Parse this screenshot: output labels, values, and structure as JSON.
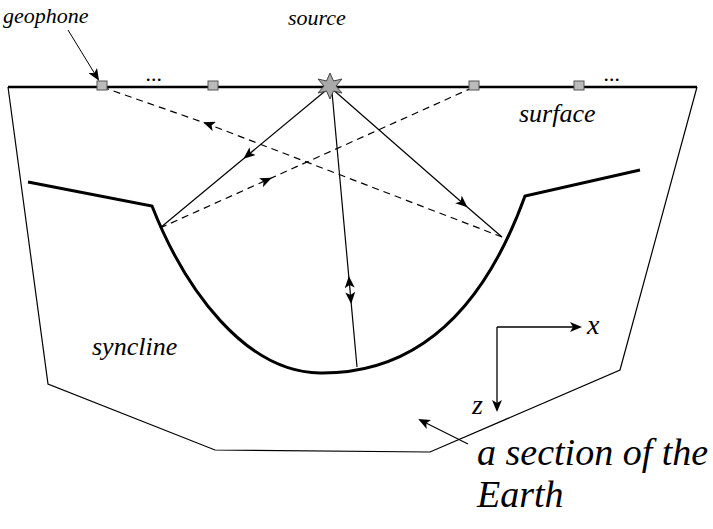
{
  "diagram": {
    "labels": [
      "geophone",
      "...",
      "source",
      "...",
      "surface",
      "syncline",
      "x",
      "z",
      "a section of the Earth"
    ]
  }
}
